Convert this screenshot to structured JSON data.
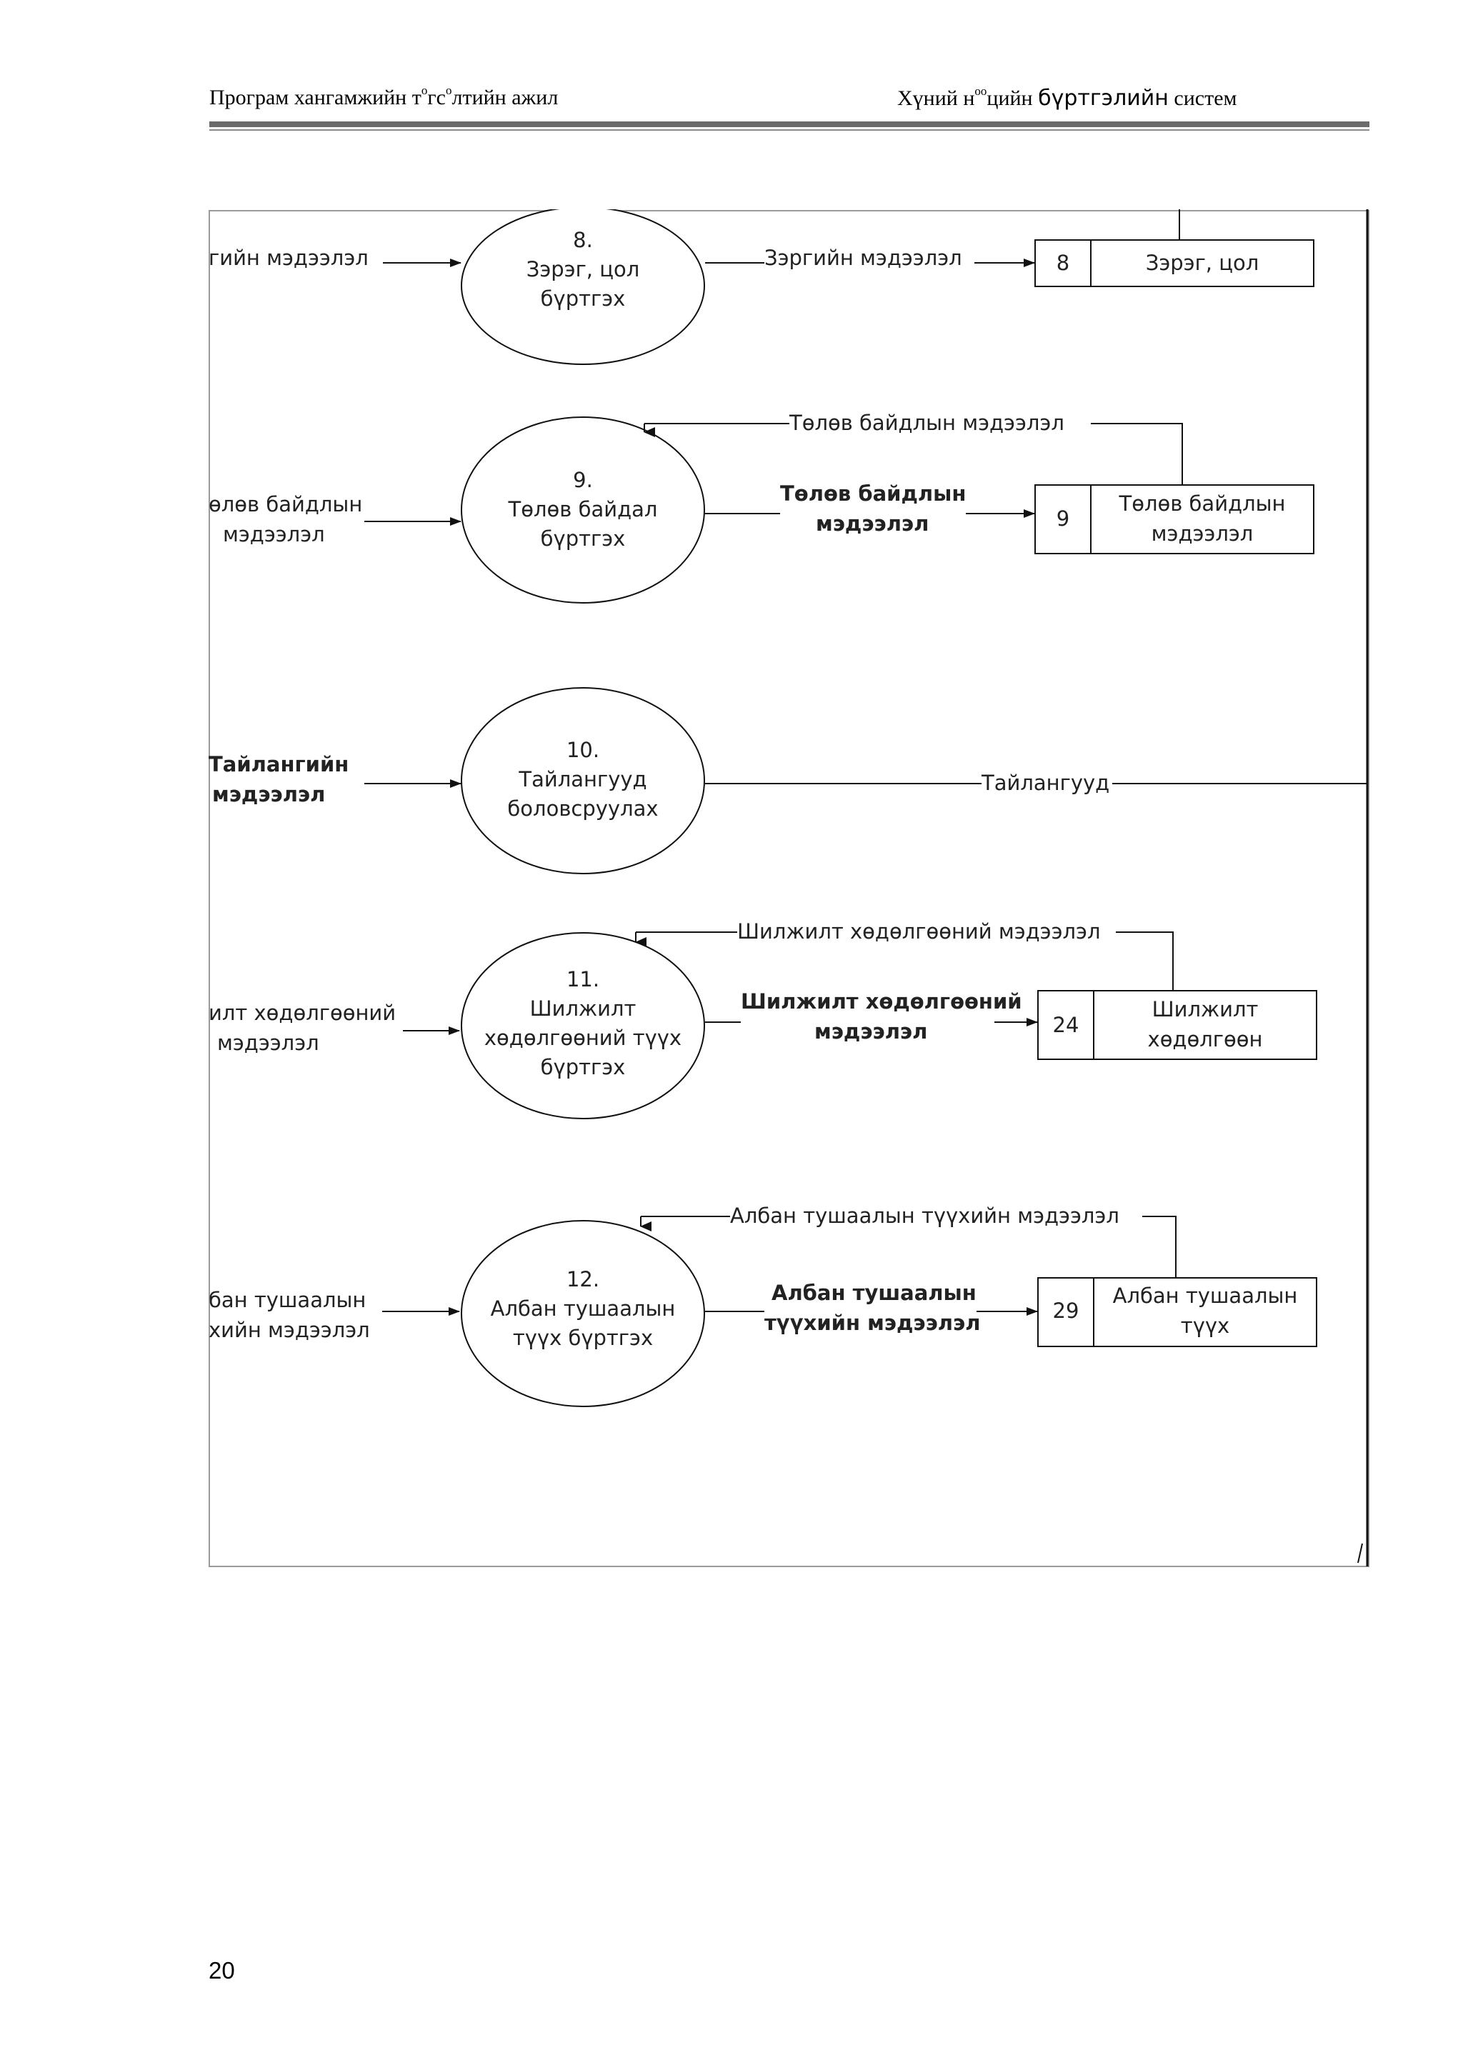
{
  "header": {
    "left": {
      "p1": "Програм хангамжийн т",
      "s1": "о",
      "p2": "гс",
      "s2": "о",
      "p3": "лтийн ажил"
    },
    "right": {
      "p1": "Хүний н",
      "s1": "оо",
      "p2": "цийн ",
      "p3": "бүртгэлийн",
      "p4": " систем"
    }
  },
  "diagram": {
    "processes": [
      {
        "lines": [
          "8.",
          "Зэрэг, цол",
          "бүртгэх"
        ]
      },
      {
        "lines": [
          "9.",
          "Төлөв байдал",
          "бүртгэх"
        ]
      },
      {
        "lines": [
          "10.",
          "Тайлангууд",
          "боловсруулах"
        ]
      },
      {
        "lines": [
          "11.",
          "Шилжилт",
          "хөдөлгөөний түүх",
          "бүртгэх"
        ]
      },
      {
        "lines": [
          "12.",
          "Албан тушаалын",
          "түүх бүртгэх"
        ]
      }
    ],
    "stores": [
      {
        "id": "8",
        "lines": [
          "Зэрэг, цол"
        ]
      },
      {
        "id": "9",
        "lines": [
          "Төлөв байдлын",
          "мэдээлэл"
        ]
      },
      {
        "id": "24",
        "lines": [
          "Шилжилт",
          "хөдөлгөөн"
        ]
      },
      {
        "id": "29",
        "lines": [
          "Албан тушаалын",
          "түүх"
        ]
      }
    ],
    "inputs": [
      {
        "lines": [
          "гийн мэдээлэл"
        ]
      },
      {
        "lines": [
          "өлөв байдлын",
          "мэдээлэл"
        ]
      },
      {
        "lines": [
          "Тайлангийн",
          "мэдээлэл"
        ]
      },
      {
        "lines": [
          "илт хөдөлгөөний",
          "мэдээлэл"
        ]
      },
      {
        "lines": [
          "бан тушаалын",
          "хийн мэдээлэл"
        ]
      }
    ],
    "outputs": [
      {
        "lines": [
          "Зэргийн мэдээлэл"
        ]
      },
      {
        "lines": [
          "Төлөв байдлын",
          "мэдээлэл"
        ]
      },
      {
        "lines": [
          "Тайлангууд"
        ]
      },
      {
        "lines": [
          "Шилжилт хөдөлгөөний",
          "мэдээлэл"
        ]
      },
      {
        "lines": [
          "Албан тушаалын",
          "түүхийн мэдээлэл"
        ]
      }
    ],
    "feedback": [
      {
        "label": "Төлөв байдлын мэдээлэл"
      },
      {
        "label": "Шилжилт хөдөлгөөний мэдээлэл"
      },
      {
        "label": "Албан тушаалын түүхийн мэдээлэл"
      }
    ]
  },
  "footer": {
    "page_number": "20"
  }
}
